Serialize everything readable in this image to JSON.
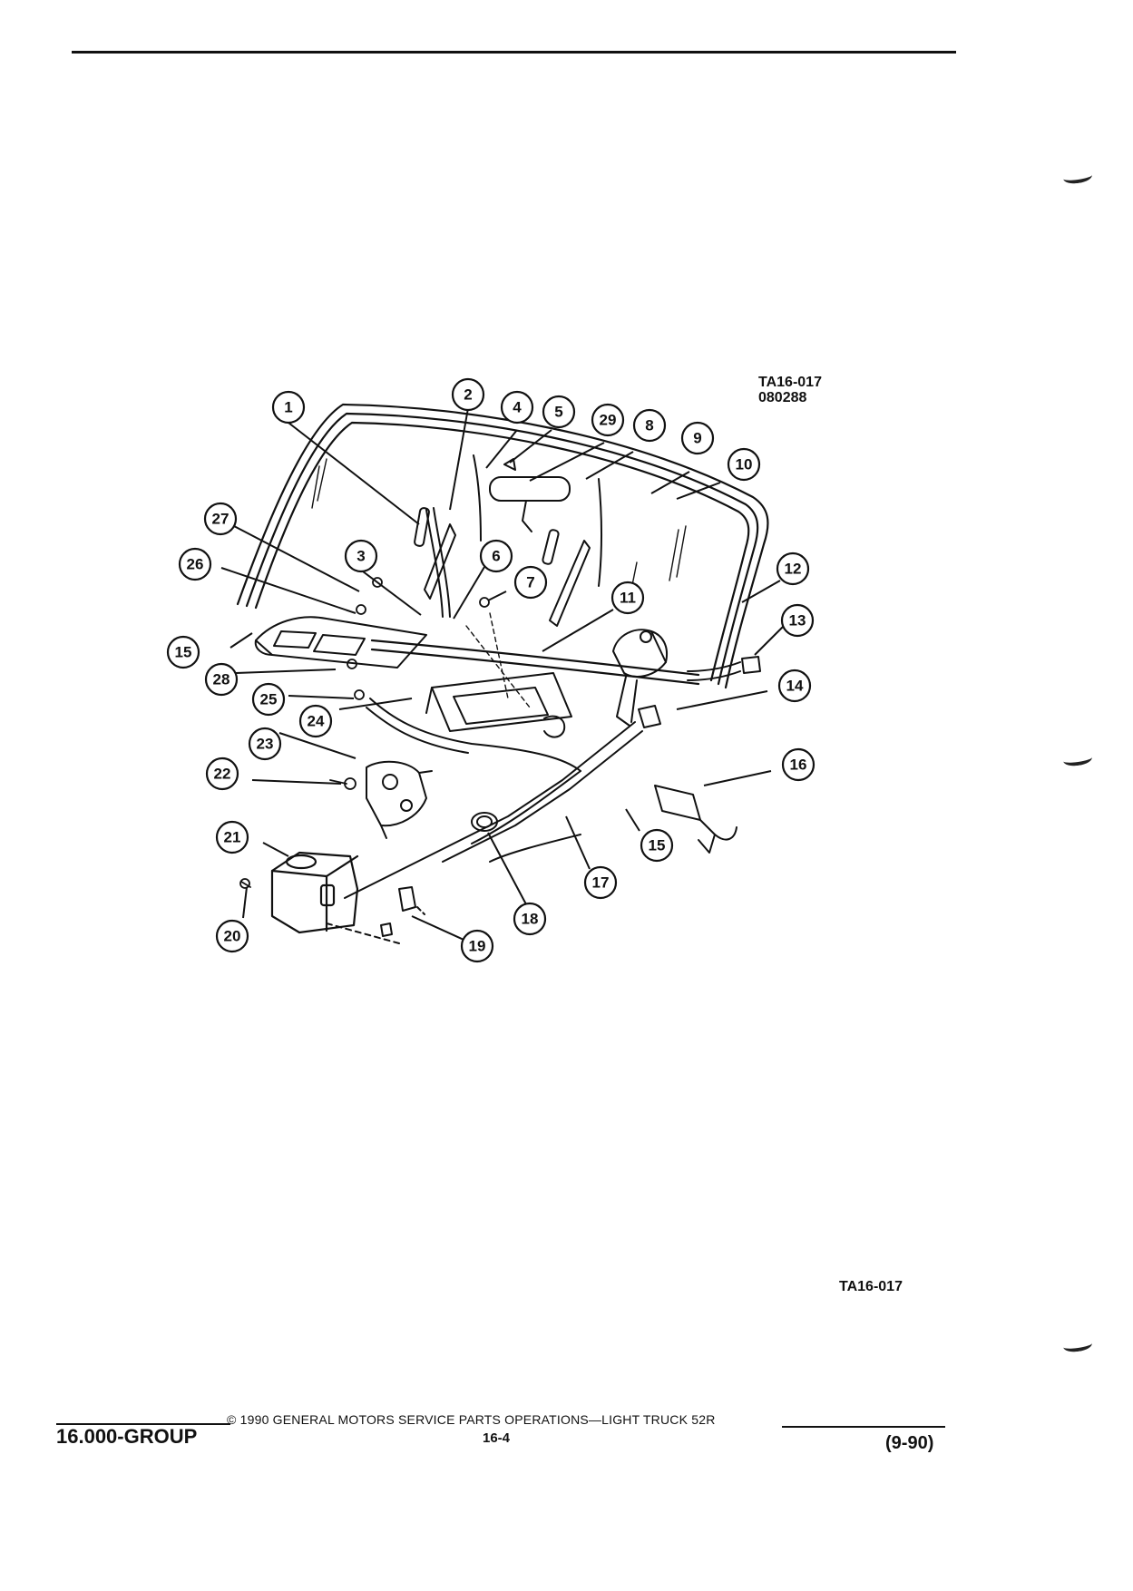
{
  "figure": {
    "ref_code": "TA16-017",
    "ref_date": "080288",
    "code_bottom": "TA16-017",
    "callouts": [
      "1",
      "2",
      "3",
      "4",
      "5",
      "6",
      "7",
      "8",
      "9",
      "10",
      "11",
      "12",
      "13",
      "14",
      "15",
      "15",
      "16",
      "17",
      "18",
      "19",
      "20",
      "21",
      "22",
      "23",
      "24",
      "25",
      "26",
      "27",
      "28",
      "29"
    ]
  },
  "footer": {
    "group": "16.000-GROUP",
    "copyright": "© 1990 GENERAL MOTORS SERVICE PARTS OPERATIONS—LIGHT TRUCK 52R",
    "page": "16-4",
    "date": "(9-90)"
  }
}
